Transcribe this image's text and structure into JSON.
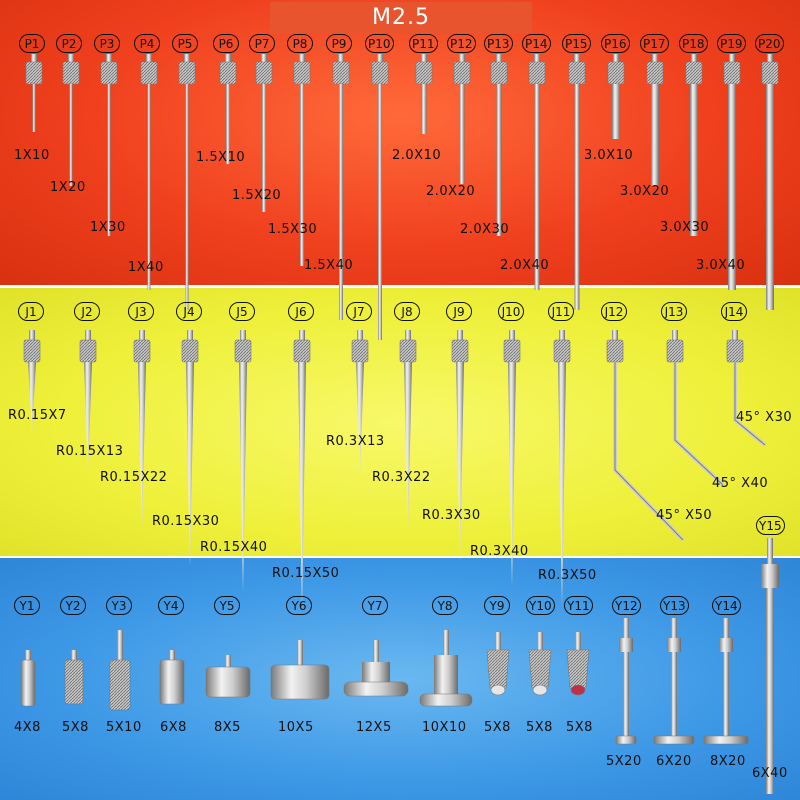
{
  "title": "M2.5",
  "colors": {
    "top_band": "#f0401e",
    "middle_band": "#eef03a",
    "bottom_band": "#3d98e6"
  },
  "p_series": {
    "badges": [
      "P1",
      "P2",
      "P3",
      "P4",
      "P5",
      "P6",
      "P7",
      "P8",
      "P9",
      "P10",
      "P11",
      "P12",
      "P13",
      "P14",
      "P15",
      "P16",
      "P17",
      "P18",
      "P19",
      "P20"
    ],
    "labels": [
      "1X10",
      "1X20",
      "1X30",
      "1X40",
      "1.5X10",
      "1.5X20",
      "1.5X30",
      "1.5X40",
      "2.0X10",
      "2.0X20",
      "2.0X30",
      "2.0X40",
      "3.0X10",
      "3.0X20",
      "3.0X30",
      "3.0X40"
    ]
  },
  "j_series": {
    "badges": [
      "J1",
      "J2",
      "J3",
      "J4",
      "J5",
      "J6",
      "J7",
      "J8",
      "J9",
      "J10",
      "J11",
      "J12",
      "J13",
      "J14"
    ],
    "labels": [
      "R0.15X7",
      "R0.15X13",
      "R0.15X22",
      "R0.15X30",
      "R0.15X40",
      "R0.15X50",
      "R0.3X13",
      "R0.3X22",
      "R0.3X30",
      "R0.3X40",
      "R0.3X50",
      "45° X50",
      "45° X40",
      "45° X30"
    ]
  },
  "y_series": {
    "badges": [
      "Y1",
      "Y2",
      "Y3",
      "Y4",
      "Y5",
      "Y6",
      "Y7",
      "Y8",
      "Y9",
      "Y10",
      "Y11",
      "Y12",
      "Y13",
      "Y14",
      "Y15"
    ],
    "labels": [
      "4X8",
      "5X8",
      "5X10",
      "6X8",
      "8X5",
      "10X5",
      "12X5",
      "10X10",
      "5X8",
      "5X8",
      "5X8",
      "5X20",
      "6X20",
      "8X20",
      "6X40"
    ]
  }
}
